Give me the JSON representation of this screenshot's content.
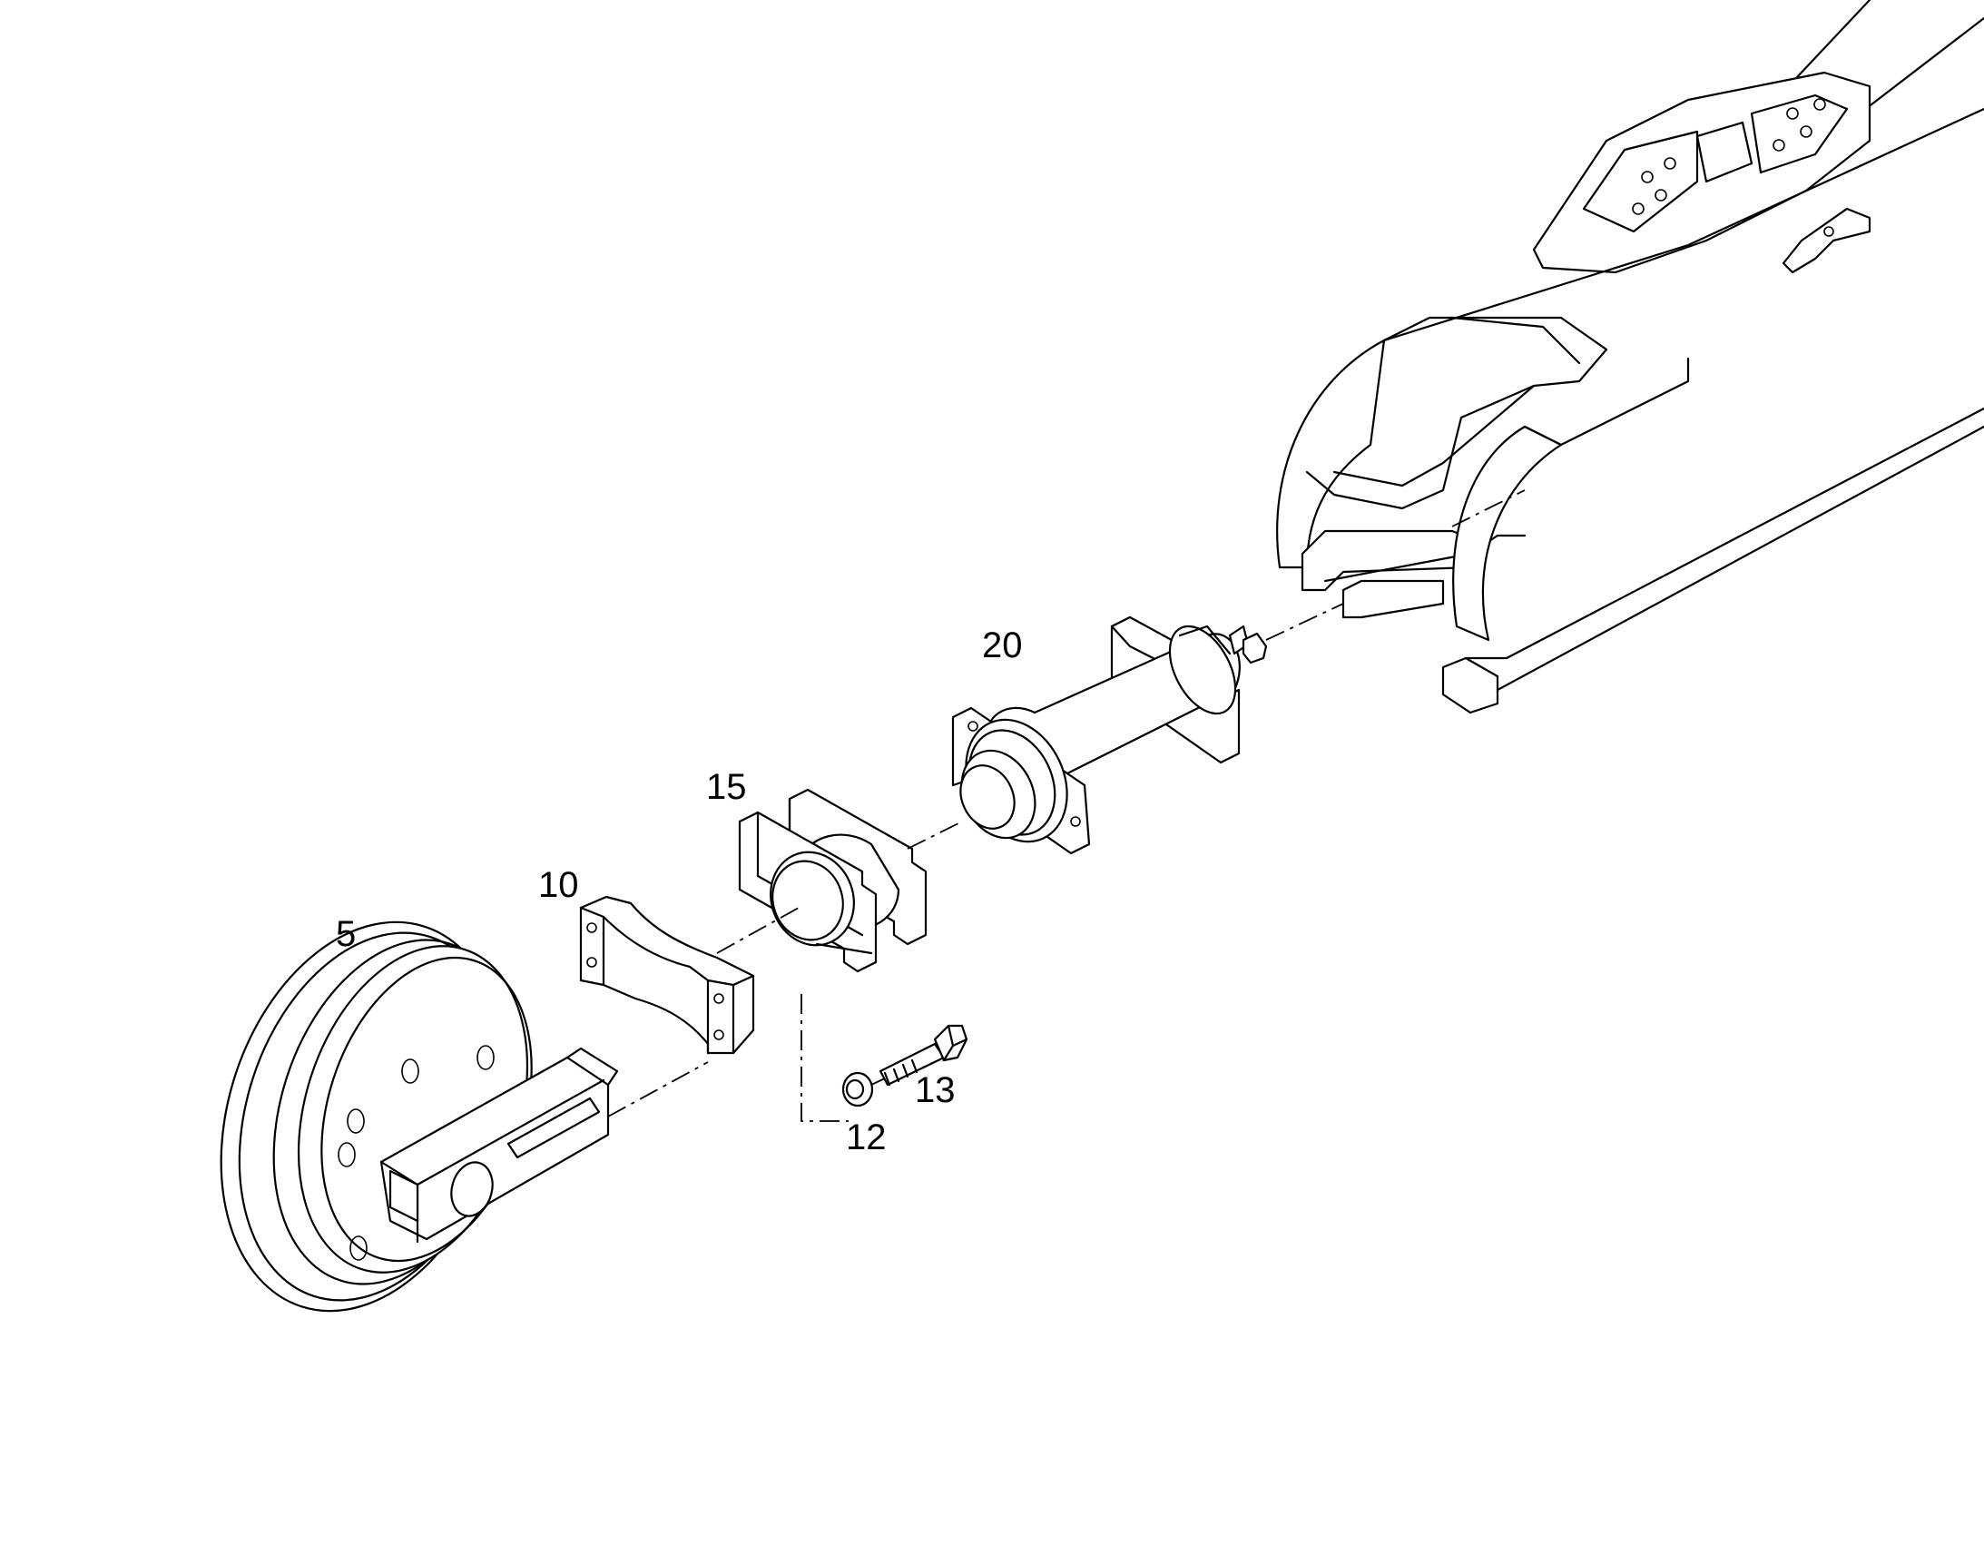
{
  "callouts": [
    {
      "id": "5",
      "label": "5"
    },
    {
      "id": "10",
      "label": "10"
    },
    {
      "id": "12",
      "label": "12"
    },
    {
      "id": "13",
      "label": "13"
    },
    {
      "id": "15",
      "label": "15"
    },
    {
      "id": "20",
      "label": "20"
    }
  ]
}
